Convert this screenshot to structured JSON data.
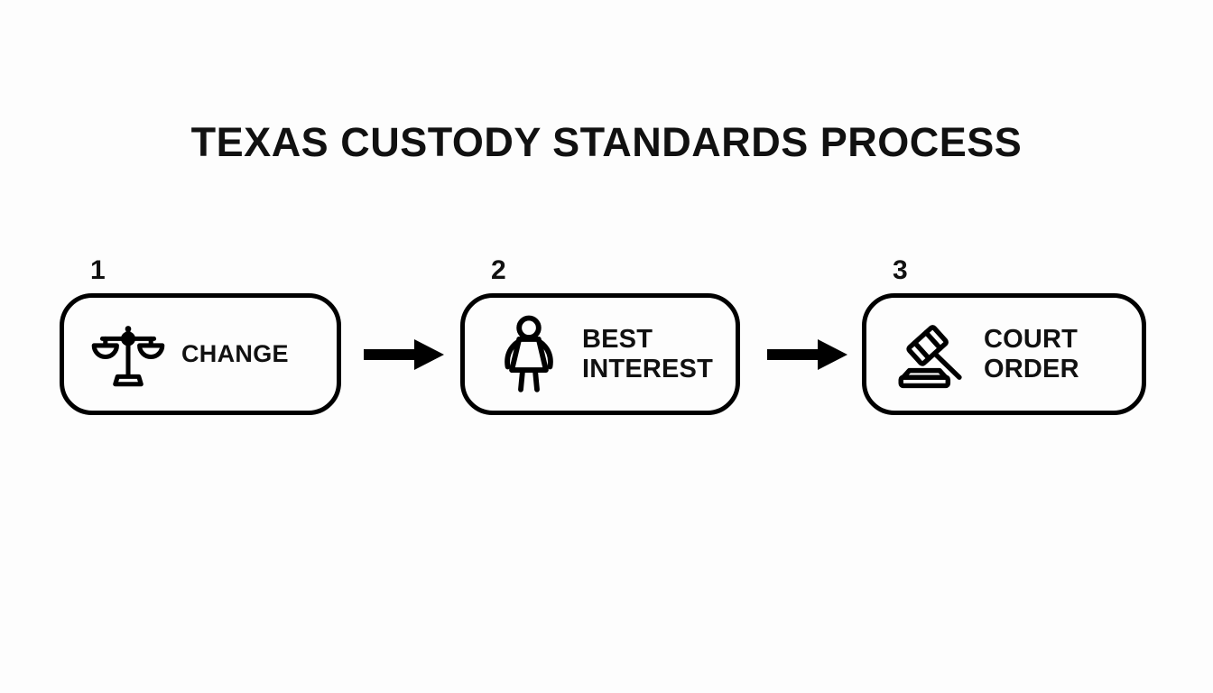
{
  "page": {
    "title": "TEXAS CUSTODY STANDARDS PROCESS",
    "background_color": "#fdfdfd",
    "ink_color": "#111111"
  },
  "steps": [
    {
      "number": "1",
      "icon": "scales-of-justice-icon",
      "label_lines": [
        "CHANGE"
      ],
      "label_full": "CHANGE"
    },
    {
      "number": "2",
      "icon": "child-figure-icon",
      "label_lines": [
        "BEST",
        "INTEREST"
      ],
      "label_full": "BEST INTEREST"
    },
    {
      "number": "3",
      "icon": "gavel-icon",
      "label_lines": [
        "COURT",
        "ORDER"
      ],
      "label_full": "COURT ORDER"
    }
  ],
  "connectors": [
    {
      "name": "arrow-step1-to-step2",
      "direction": "right"
    },
    {
      "name": "arrow-step2-to-step3",
      "direction": "right"
    }
  ]
}
